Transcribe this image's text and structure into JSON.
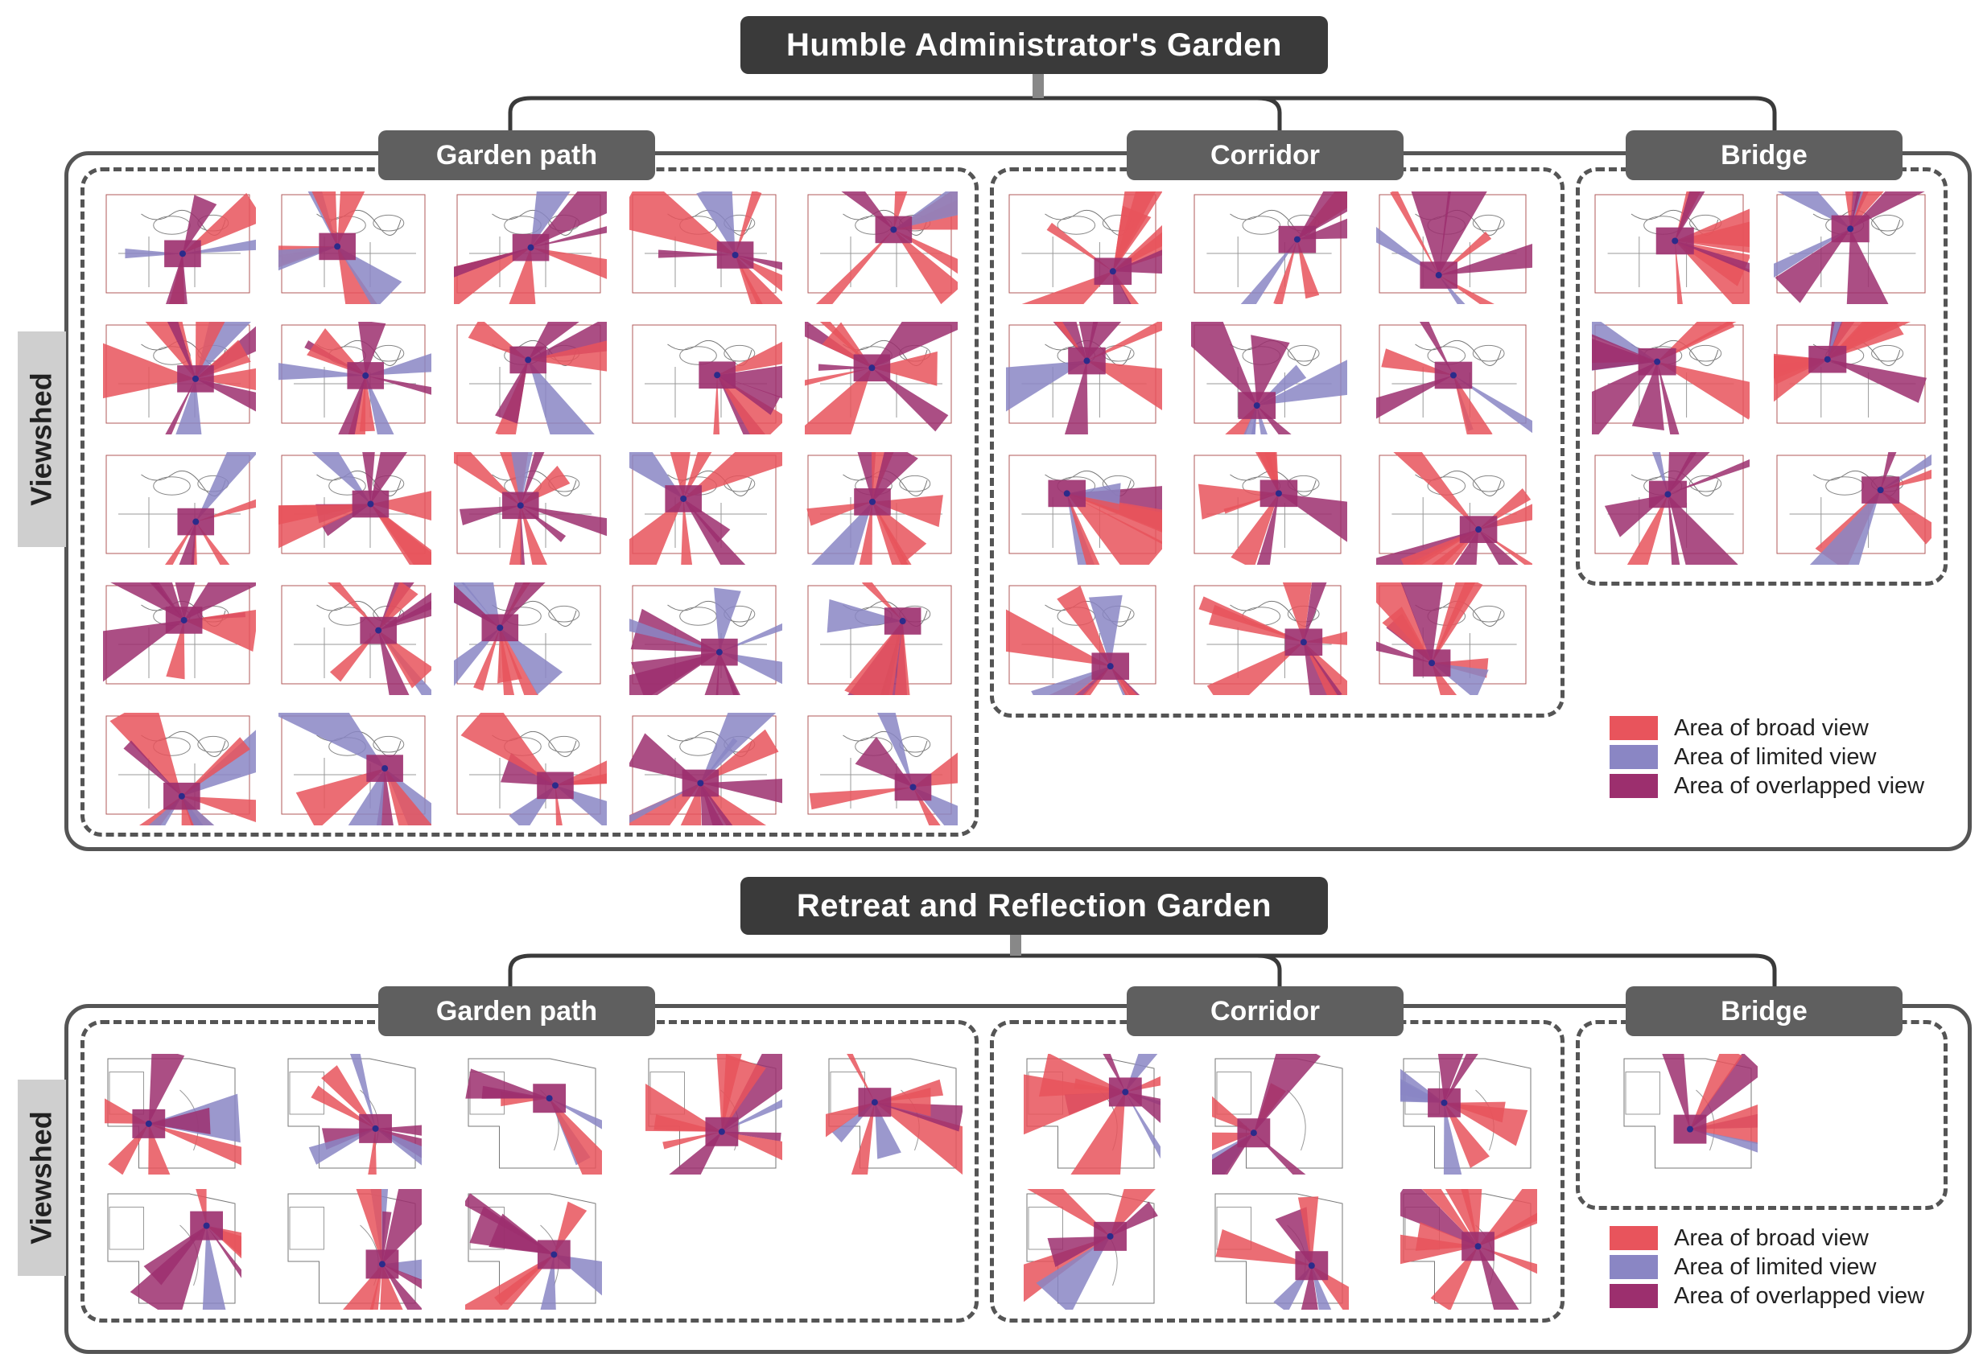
{
  "sections": [
    {
      "title": "Humble Administrator's Garden",
      "side_label": "Viewshed",
      "groups": [
        {
          "label": "Garden path",
          "thumb_count": 25
        },
        {
          "label": "Corridor",
          "thumb_count": 12
        },
        {
          "label": "Bridge",
          "thumb_count": 6
        }
      ],
      "legend": [
        "Area of broad view",
        "Area of limited view",
        "Area of overlapped view"
      ]
    },
    {
      "title": "Retreat and Reflection Garden",
      "side_label": "Viewshed",
      "groups": [
        {
          "label": "Garden path",
          "thumb_count": 8
        },
        {
          "label": "Corridor",
          "thumb_count": 6
        },
        {
          "label": "Bridge",
          "thumb_count": 1
        }
      ],
      "legend": [
        "Area of broad view",
        "Area of limited view",
        "Area of overlapped view"
      ]
    }
  ],
  "colors": {
    "broad": "#e8545c",
    "limited": "#8a86c4",
    "overlapped": "#9c2f6e"
  }
}
